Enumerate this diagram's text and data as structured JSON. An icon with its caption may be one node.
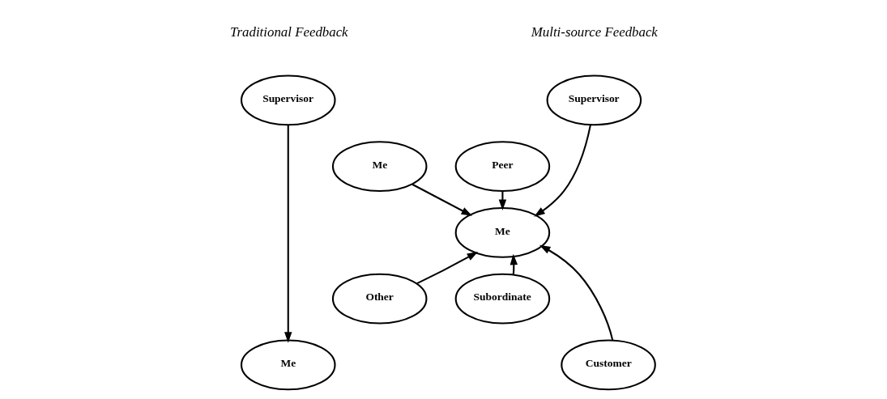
{
  "diagram": {
    "nodes": [
      {
        "text": [
          "Supervisor"
        ]
      },
      {
        "text": [
          "Me"
        ]
      },
      {
        "text": [
          "Supervisor"
        ]
      },
      {
        "text": [
          "Me"
        ]
      },
      {
        "text": [
          "Peer"
        ]
      },
      {
        "text": [
          "Me"
        ]
      },
      {
        "text": [
          "Other"
        ]
      },
      {
        "text": [
          "Subordinate"
        ]
      },
      {
        "text": [
          "Customer"
        ]
      }
    ],
    "edges": [
      {
        "from": 0,
        "to": 1,
        "arrow": "to"
      },
      {
        "from": 2,
        "to": 5,
        "arrow": "to"
      },
      {
        "from": 3,
        "to": 5,
        "arrow": "to"
      },
      {
        "from": 4,
        "to": 5,
        "arrow": "to"
      },
      {
        "from": 6,
        "to": 5,
        "arrow": "to"
      },
      {
        "from": 7,
        "to": 5,
        "arrow": "to"
      },
      {
        "from": 8,
        "to": 5,
        "arrow": "to"
      }
    ],
    "labels": [
      "Traditional Feedback",
      "Multi-source Feedback"
    ]
  }
}
